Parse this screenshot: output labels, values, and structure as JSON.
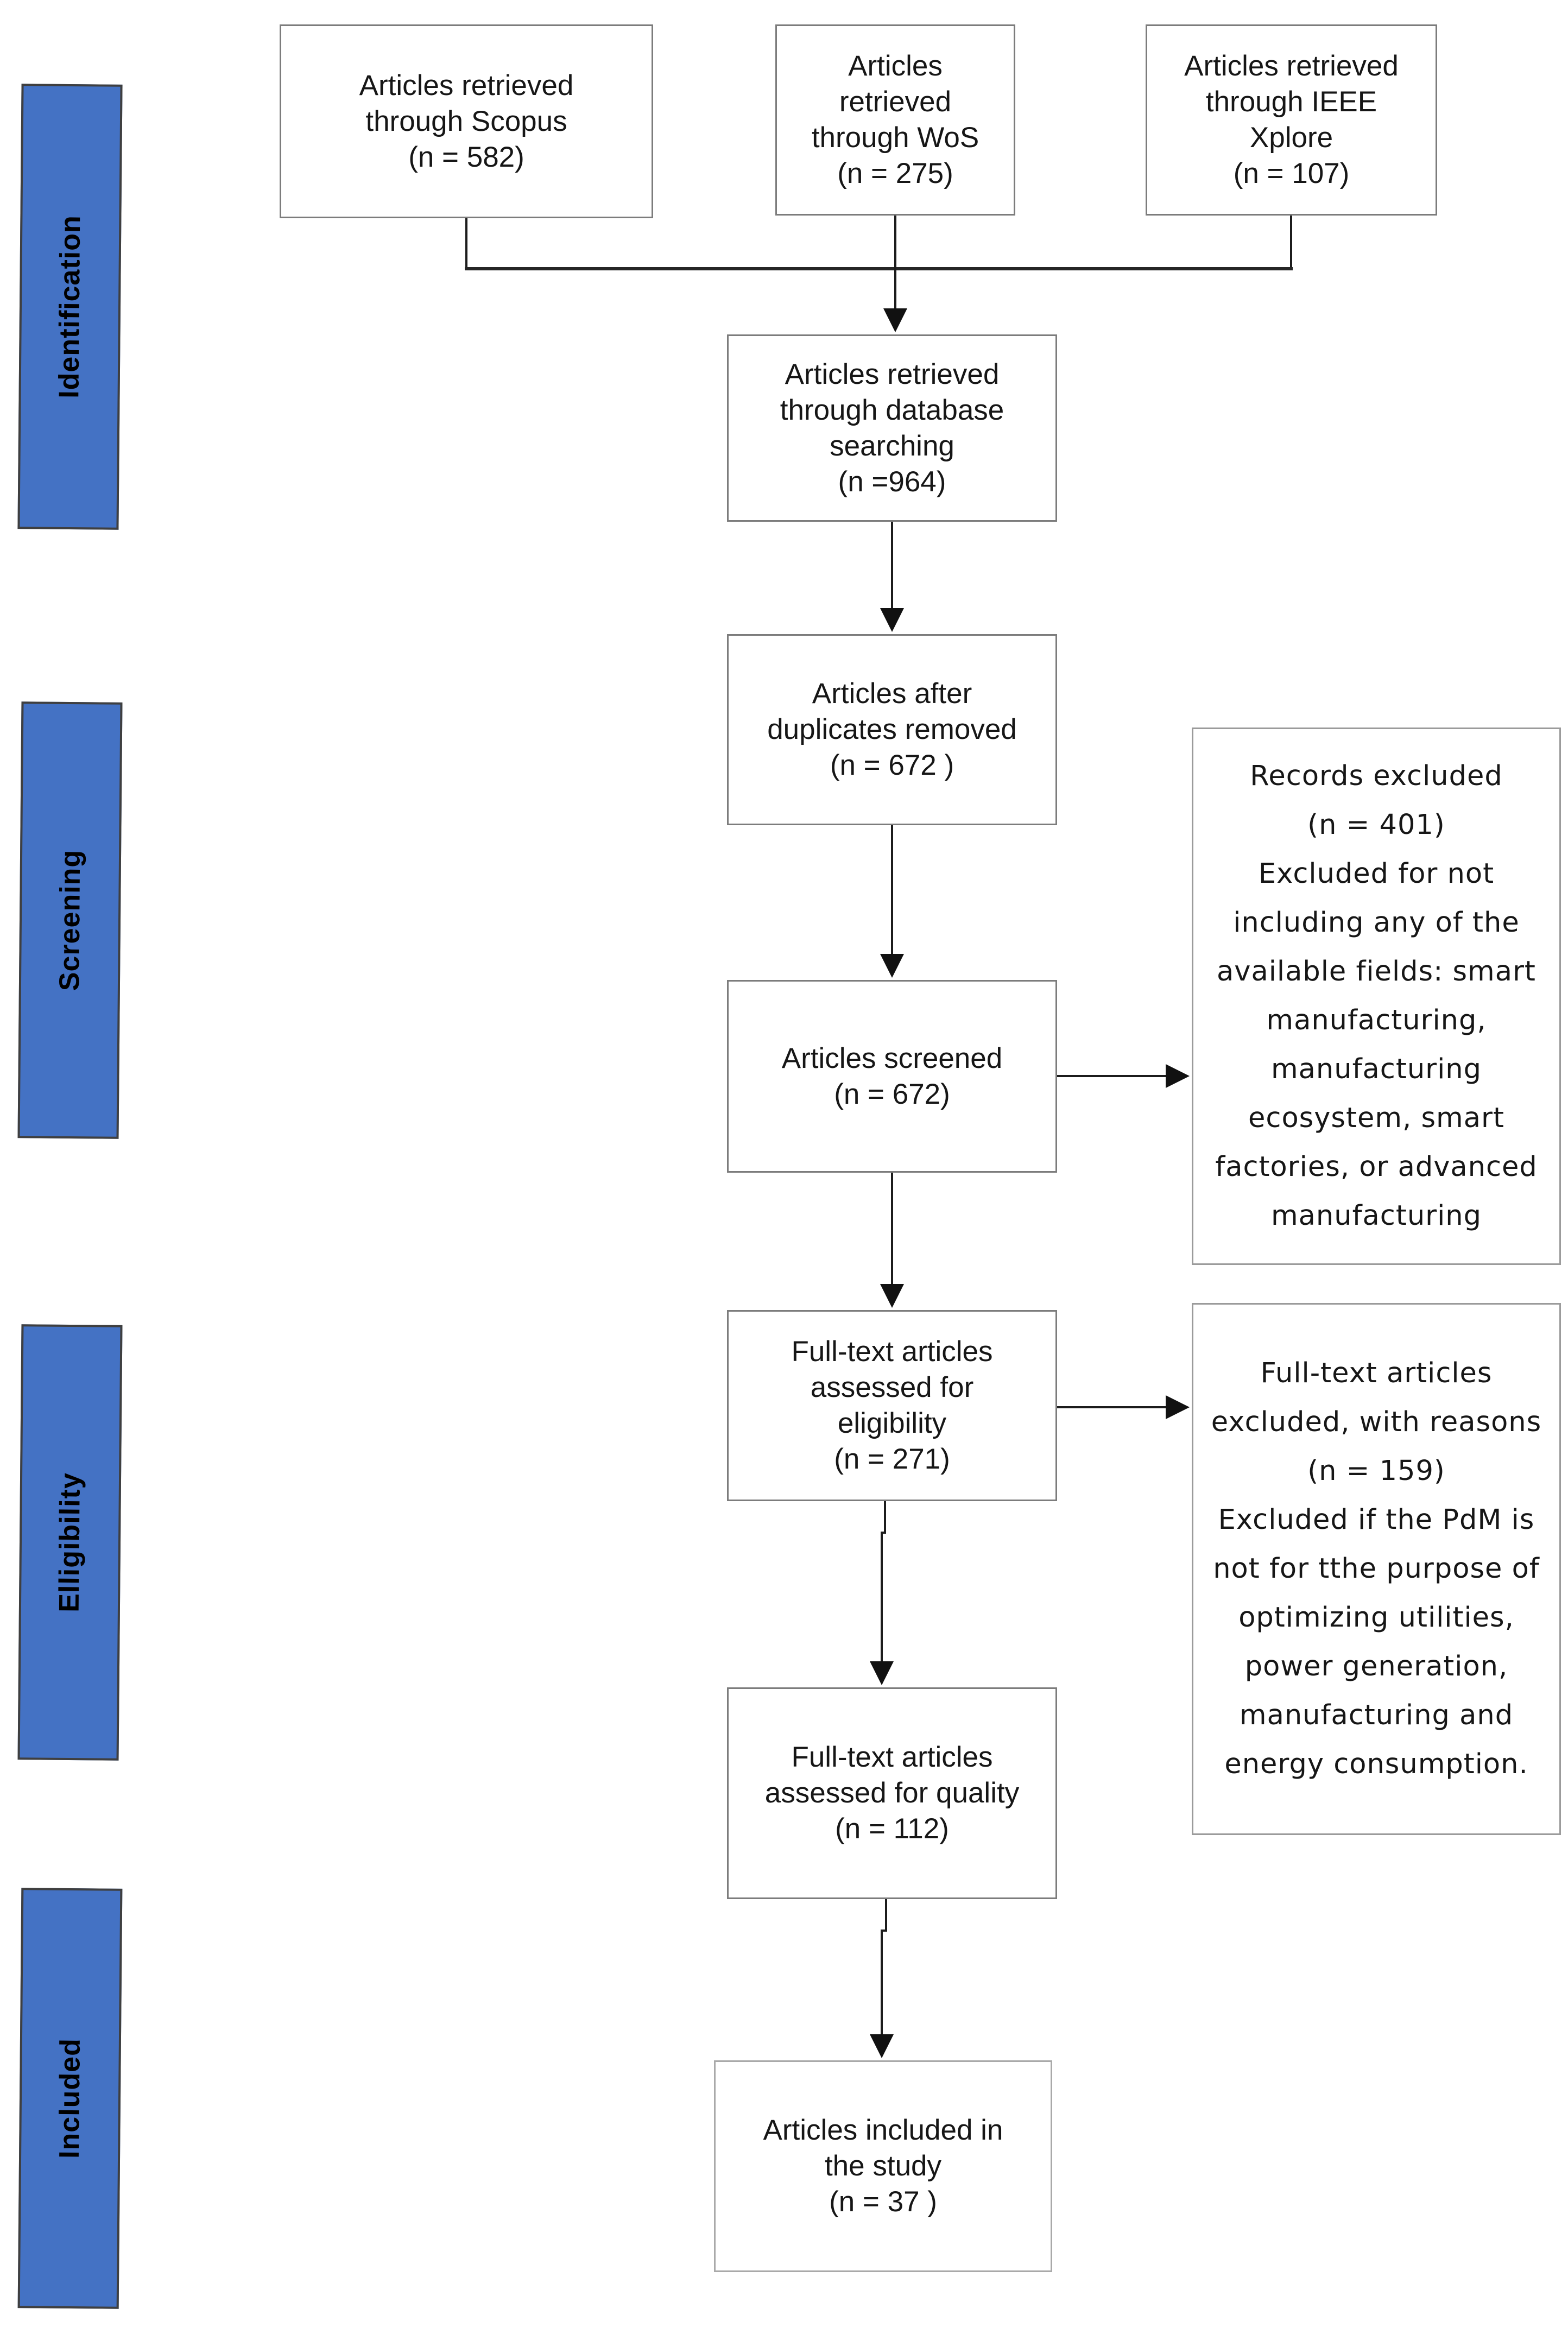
{
  "diagram": {
    "type": "prisma-flow",
    "accent_color": "#4472C4",
    "box_border_color": "#7c7c7c",
    "line_color": "#1c1c1c"
  },
  "sidebar": {
    "color": "#4472C4",
    "stages": [
      {
        "label": "Identification"
      },
      {
        "label": "Screening"
      },
      {
        "label": "Elligibility"
      },
      {
        "label": "Included"
      }
    ]
  },
  "flowchart": {
    "sources": [
      {
        "label": "Articles retrieved\nthrough Scopus\n(n = 582)",
        "n": 582
      },
      {
        "label": "Articles\nretrieved\nthrough WoS\n(n = 275)",
        "n": 275
      },
      {
        "label": "Articles retrieved\nthrough IEEE\nXplore\n(n = 107)",
        "n": 107
      }
    ],
    "main": [
      {
        "label": "Articles retrieved\nthrough database\nsearching\n(n =964)",
        "n": 964
      },
      {
        "label": "Articles after\nduplicates removed\n(n = 672 )",
        "n": 672
      },
      {
        "label": "Articles screened\n(n = 672)",
        "n": 672
      },
      {
        "label": "Full-text articles\nassessed for\neligibility\n(n = 271)",
        "n": 271
      },
      {
        "label": "Full-text articles\nassessed for quality\n(n = 112)",
        "n": 112
      },
      {
        "label": "Articles included in\nthe study\n(n = 37 )",
        "n": 37
      }
    ],
    "exclusions": [
      {
        "label": "Records excluded\n(n = 401)\nExcluded for not\nincluding any of the\navailable fields: smart\nmanufacturing,\nmanufacturing\necosystem, smart\nfactories, or advanced\nmanufacturing",
        "n": 401
      },
      {
        "label": "Full-text articles\nexcluded, with reasons\n(n = 159)\nExcluded if the PdM is\nnot for tthe purpose of\noptimizing utilities,\npower generation,\nmanufacturing and\nenergy consumption.",
        "n": 159
      }
    ]
  }
}
